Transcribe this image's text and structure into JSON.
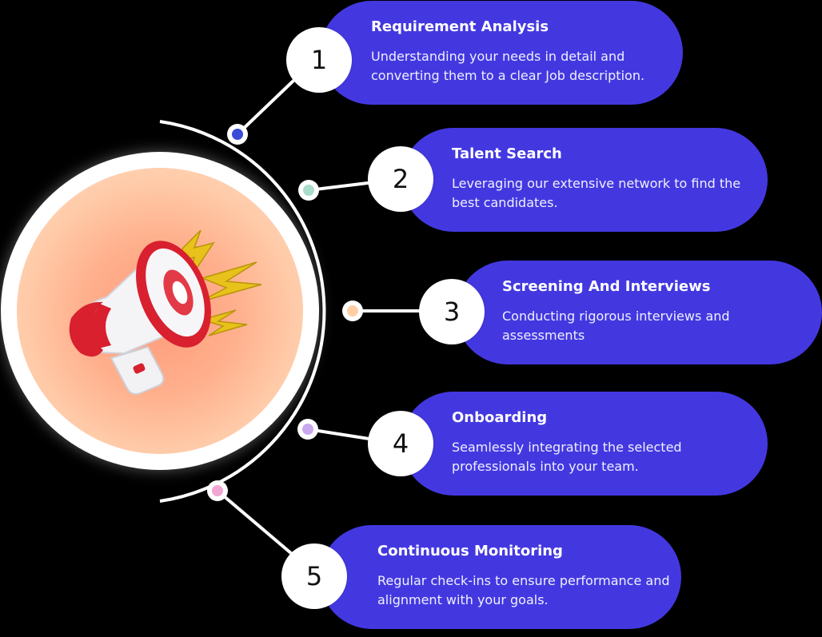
{
  "steps": [
    {
      "number": "1",
      "title": "Requirement Analysis",
      "description": "Understanding your needs in detail and converting them to a clear Job description.",
      "dot_color": "#3b4bd8"
    },
    {
      "number": "2",
      "title": "Talent Search",
      "description": "Leveraging our extensive network to find the best candidates.",
      "dot_color": "#a9dccb"
    },
    {
      "number": "3",
      "title": "Screening And Interviews",
      "description": "Conducting rigorous interviews and assessments",
      "dot_color": "#ffcfa3"
    },
    {
      "number": "4",
      "title": "Onboarding",
      "description": "Seamlessly integrating the selected professionals into your team.",
      "dot_color": "#c9a8f0"
    },
    {
      "number": "5",
      "title": "Continuous Monitoring",
      "description": "Regular check-ins to ensure performance and alignment with your goals.",
      "dot_color": "#f2a6d2"
    }
  ],
  "colors": {
    "pill": "#4338e0",
    "background": "#000000",
    "hub_glow": "#ff9a7a"
  },
  "icon": "megaphone-icon"
}
